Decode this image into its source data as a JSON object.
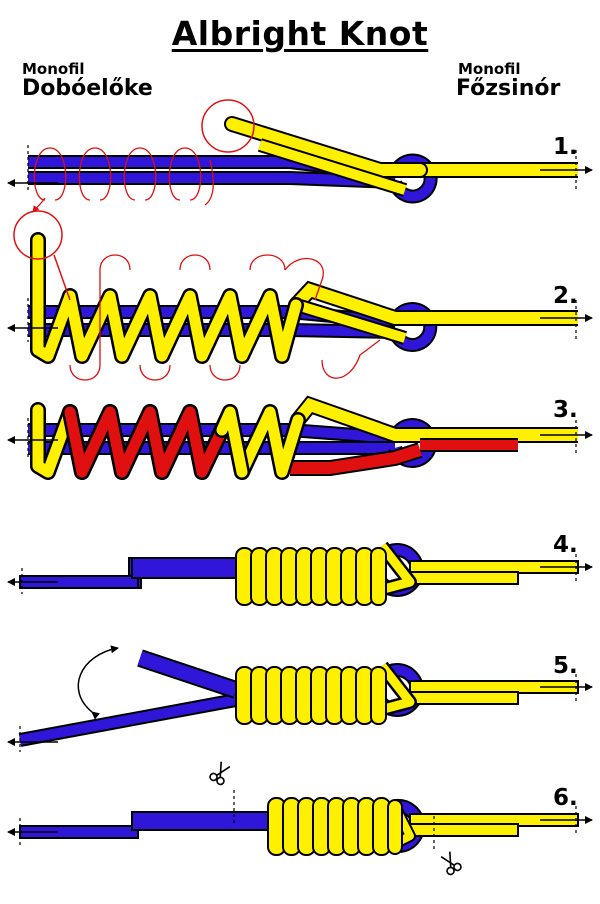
{
  "title": "Albright Knot",
  "left_line": {
    "material": "Monofil",
    "name": "Dobóelőke"
  },
  "right_line": {
    "material": "Monofil",
    "name": "Főzsinór"
  },
  "steps": [
    "1.",
    "2.",
    "3.",
    "4.",
    "5.",
    "6."
  ],
  "colors": {
    "leader_line": "#2f16d8",
    "main_line": "#fff000",
    "highlight_wraps": "#ee1c24",
    "guide_red": "#e01010",
    "outline": "#000000"
  },
  "icons": [
    "arrow-left-icon",
    "arrow-right-icon",
    "scissors-icon",
    "curved-arrow-icon",
    "highlight-circle-icon"
  ]
}
